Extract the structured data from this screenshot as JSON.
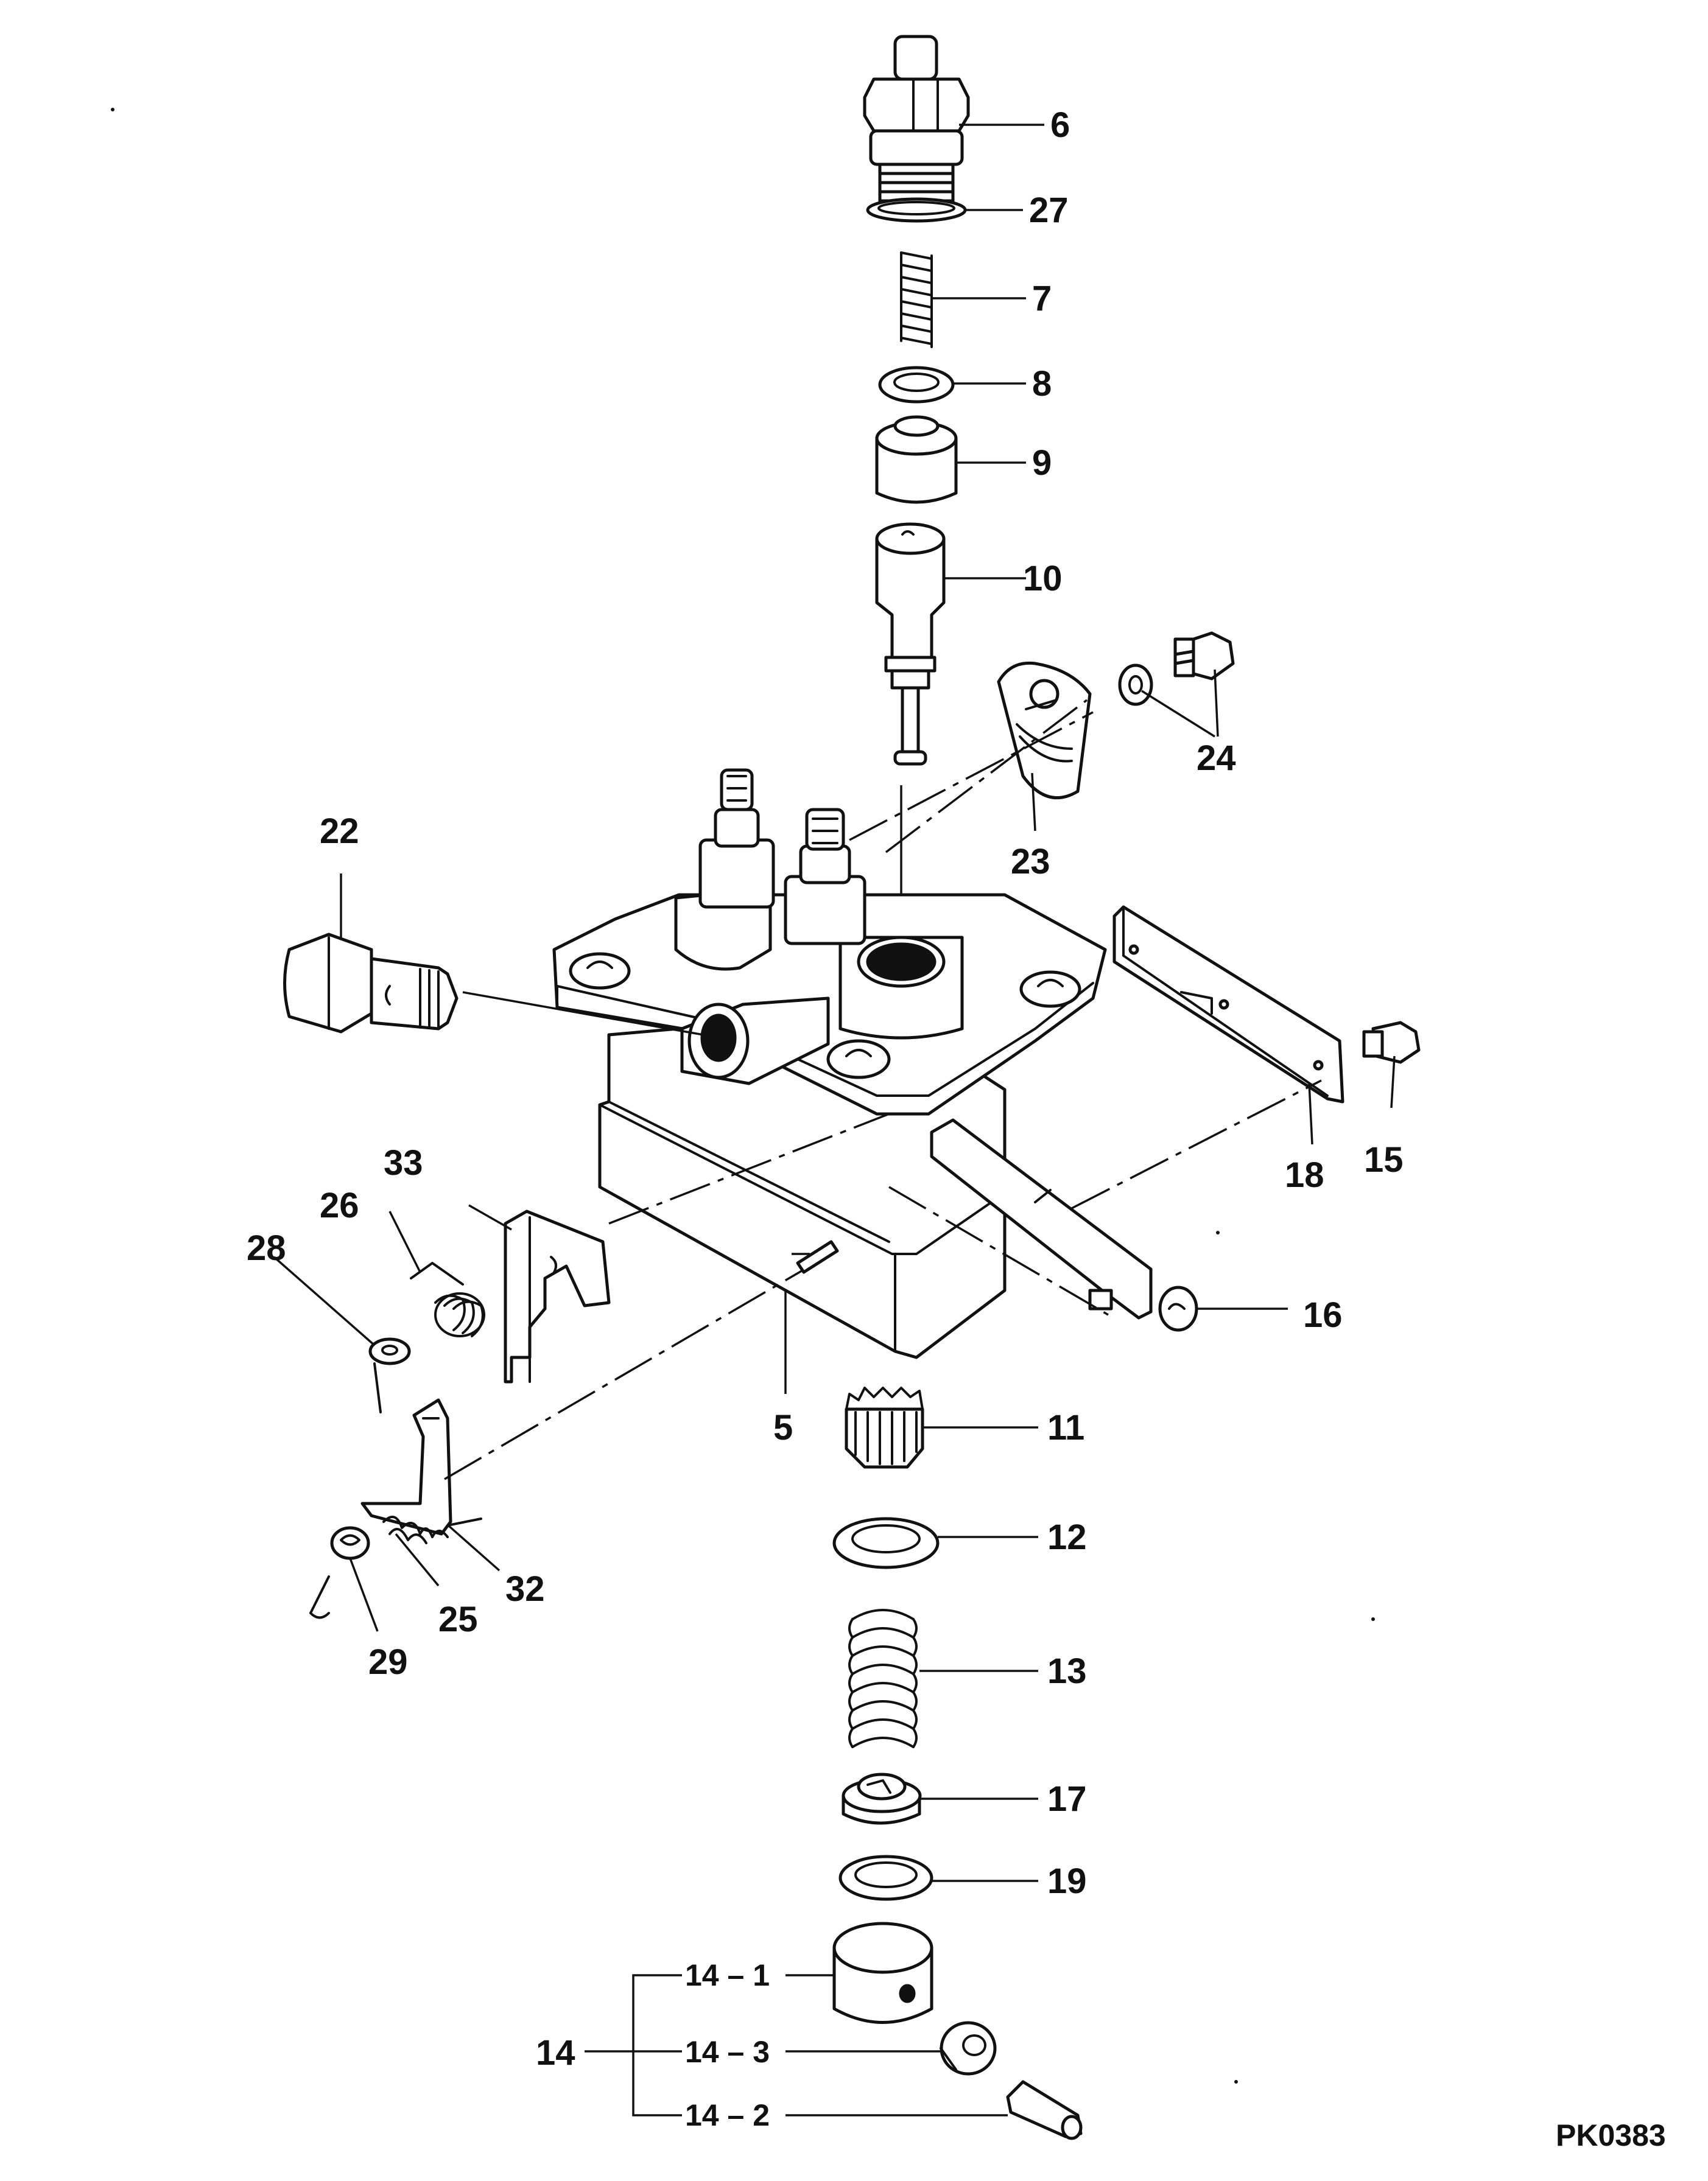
{
  "drawing_code": "PK0383",
  "callouts": {
    "c6": "6",
    "c27": "27",
    "c7": "7",
    "c8": "8",
    "c9": "9",
    "c10": "10",
    "c24": "24",
    "c23": "23",
    "c22": "22",
    "c18": "18",
    "c15": "15",
    "c33": "33",
    "c26": "26",
    "c28": "28",
    "c16": "16",
    "c5": "5",
    "c11": "11",
    "c12": "12",
    "c13": "13",
    "c32": "32",
    "c25": "25",
    "c29": "29",
    "c17": "17",
    "c19": "19",
    "c14": "14",
    "c14_1": "14 – 1",
    "c14_3": "14 – 3",
    "c14_2": "14 – 2"
  }
}
